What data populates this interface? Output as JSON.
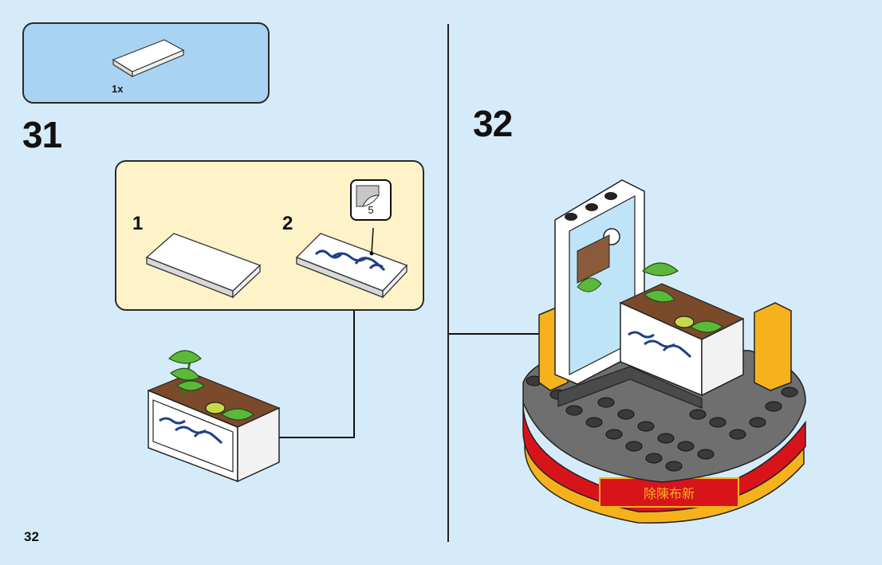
{
  "parts": {
    "quantity": "1x"
  },
  "step31": {
    "number": "31",
    "substeps": [
      {
        "number": "1"
      },
      {
        "number": "2"
      }
    ],
    "sticker": {
      "number": "5"
    }
  },
  "step32": {
    "number": "32"
  },
  "page": {
    "number": "32"
  },
  "model_sign": {
    "text": "除陳布新"
  },
  "colors": {
    "background": "#d6ebf9",
    "parts_box": "#a8d3f2",
    "sub_box": "#fdf2c8",
    "red": "#d8141b",
    "yellow": "#f6b21c",
    "dark_gray": "#6f6f6f",
    "green": "#5cb83a"
  }
}
